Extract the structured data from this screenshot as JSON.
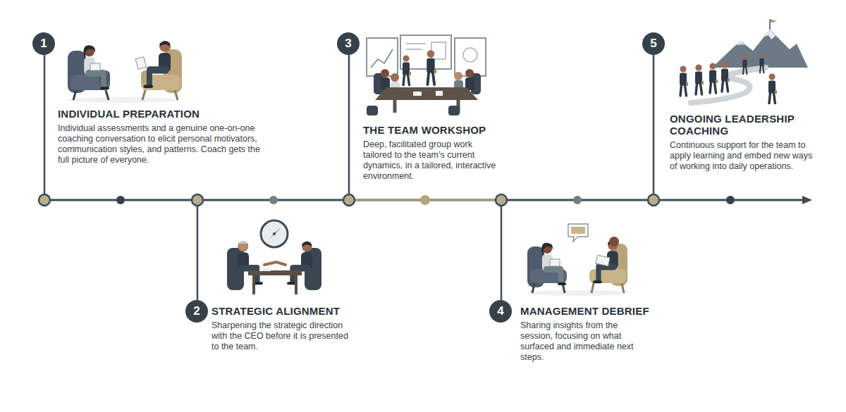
{
  "diagram": {
    "nodes": [
      {
        "text": [
          "1",
          "INDIVIDUAL PREPARATION",
          "Individual assessments and a genuine one-on-one coaching conversation to elicit personal motivators, communication styles, and patterns. Coach gets the full picture of everyone."
        ]
      },
      {
        "text": [
          "2",
          "STRATEGIC ALIGNMENT",
          "Sharpening the strategic direction with the CEO before it is presented to the team."
        ]
      },
      {
        "text": [
          "3",
          "THE TEAM WORKSHOP",
          "Deep, facilitated group work tailored to the team’s current dynamics, in a tailored, interactive environment."
        ]
      },
      {
        "text": [
          "4",
          "MANAGEMENT DEBRIEF",
          "Sharing insights from the session, focusing on what surfaced and immediate next steps."
        ]
      },
      {
        "text": [
          "5",
          "ONGOING LEADERSHIP COACHING",
          "Continuous support for the team to apply learning and embed new ways of working into daily operations."
        ]
      }
    ]
  }
}
